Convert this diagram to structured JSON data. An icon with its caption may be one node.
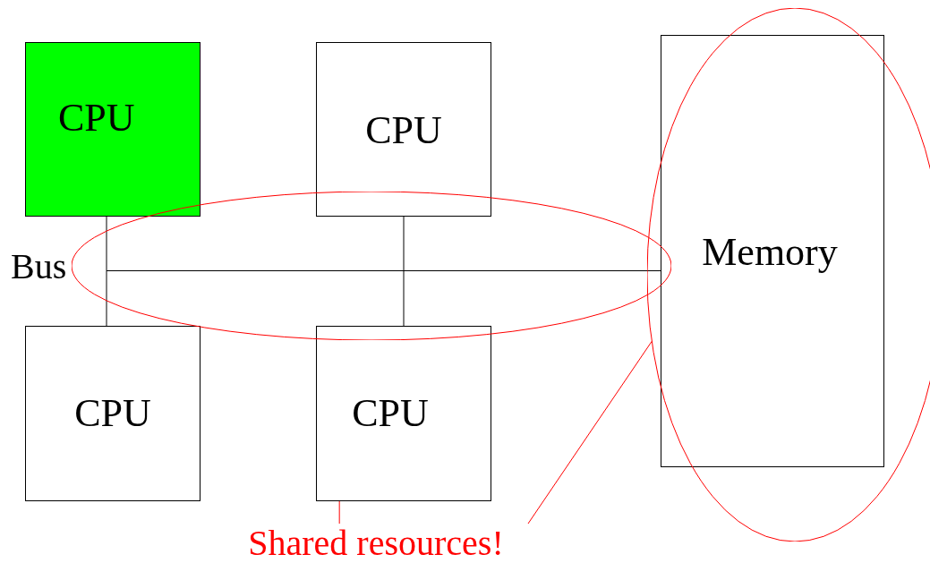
{
  "diagram": {
    "nodes": [
      {
        "text": [
          "CPU"
        ]
      },
      {
        "text": [
          "CPU"
        ]
      },
      {
        "text": [],
        "shape": "ellipse"
      },
      {
        "text": [
          "Memory"
        ],
        "in": 2
      },
      {
        "text": [
          "CPU"
        ]
      },
      {
        "text": [
          "CPU"
        ]
      },
      {
        "text": [],
        "shape": "ellipse"
      },
      {
        "text": [],
        "shape": "bar",
        "in": 6
      },
      {
        "text": [
          "Shared resources!"
        ]
      }
    ],
    "edges": [
      {
        "from": 0,
        "to": 7,
        "arrow": "none"
      },
      {
        "from": 1,
        "to": 7,
        "arrow": "none"
      },
      {
        "from": 4,
        "to": 7,
        "arrow": "none"
      },
      {
        "from": 5,
        "to": 7,
        "arrow": "none"
      },
      {
        "from": 7,
        "to": 3,
        "arrow": "none"
      },
      {
        "from": 8,
        "to": 6,
        "arrow": "none",
        "color": "#ff0000"
      },
      {
        "from": 8,
        "to": 2,
        "arrow": "none",
        "color": "#ff0000"
      }
    ],
    "labels": [
      "Bus"
    ]
  }
}
